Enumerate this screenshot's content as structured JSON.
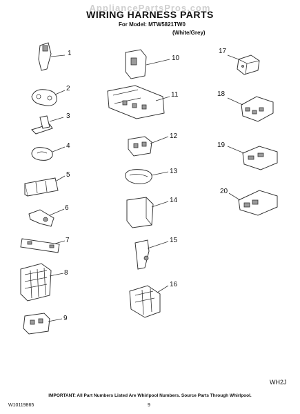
{
  "watermark": "AppliancePartsPros.com",
  "title": "WIRING HARNESS PARTS",
  "model": "For Model: MTW5821TW0",
  "variant": "(White/Grey)",
  "parts": [
    "1",
    "2",
    "3",
    "4",
    "5",
    "6",
    "7",
    "8",
    "9",
    "10",
    "11",
    "12",
    "13",
    "14",
    "15",
    "16",
    "17",
    "18",
    "19",
    "20"
  ],
  "code": "WH2J",
  "footnote": "IMPORTANT: All Part Numbers Listed Are Whirlpool Numbers. Source Parts Through Whirlpool.",
  "doc_number": "W10119865",
  "page_number": "9"
}
